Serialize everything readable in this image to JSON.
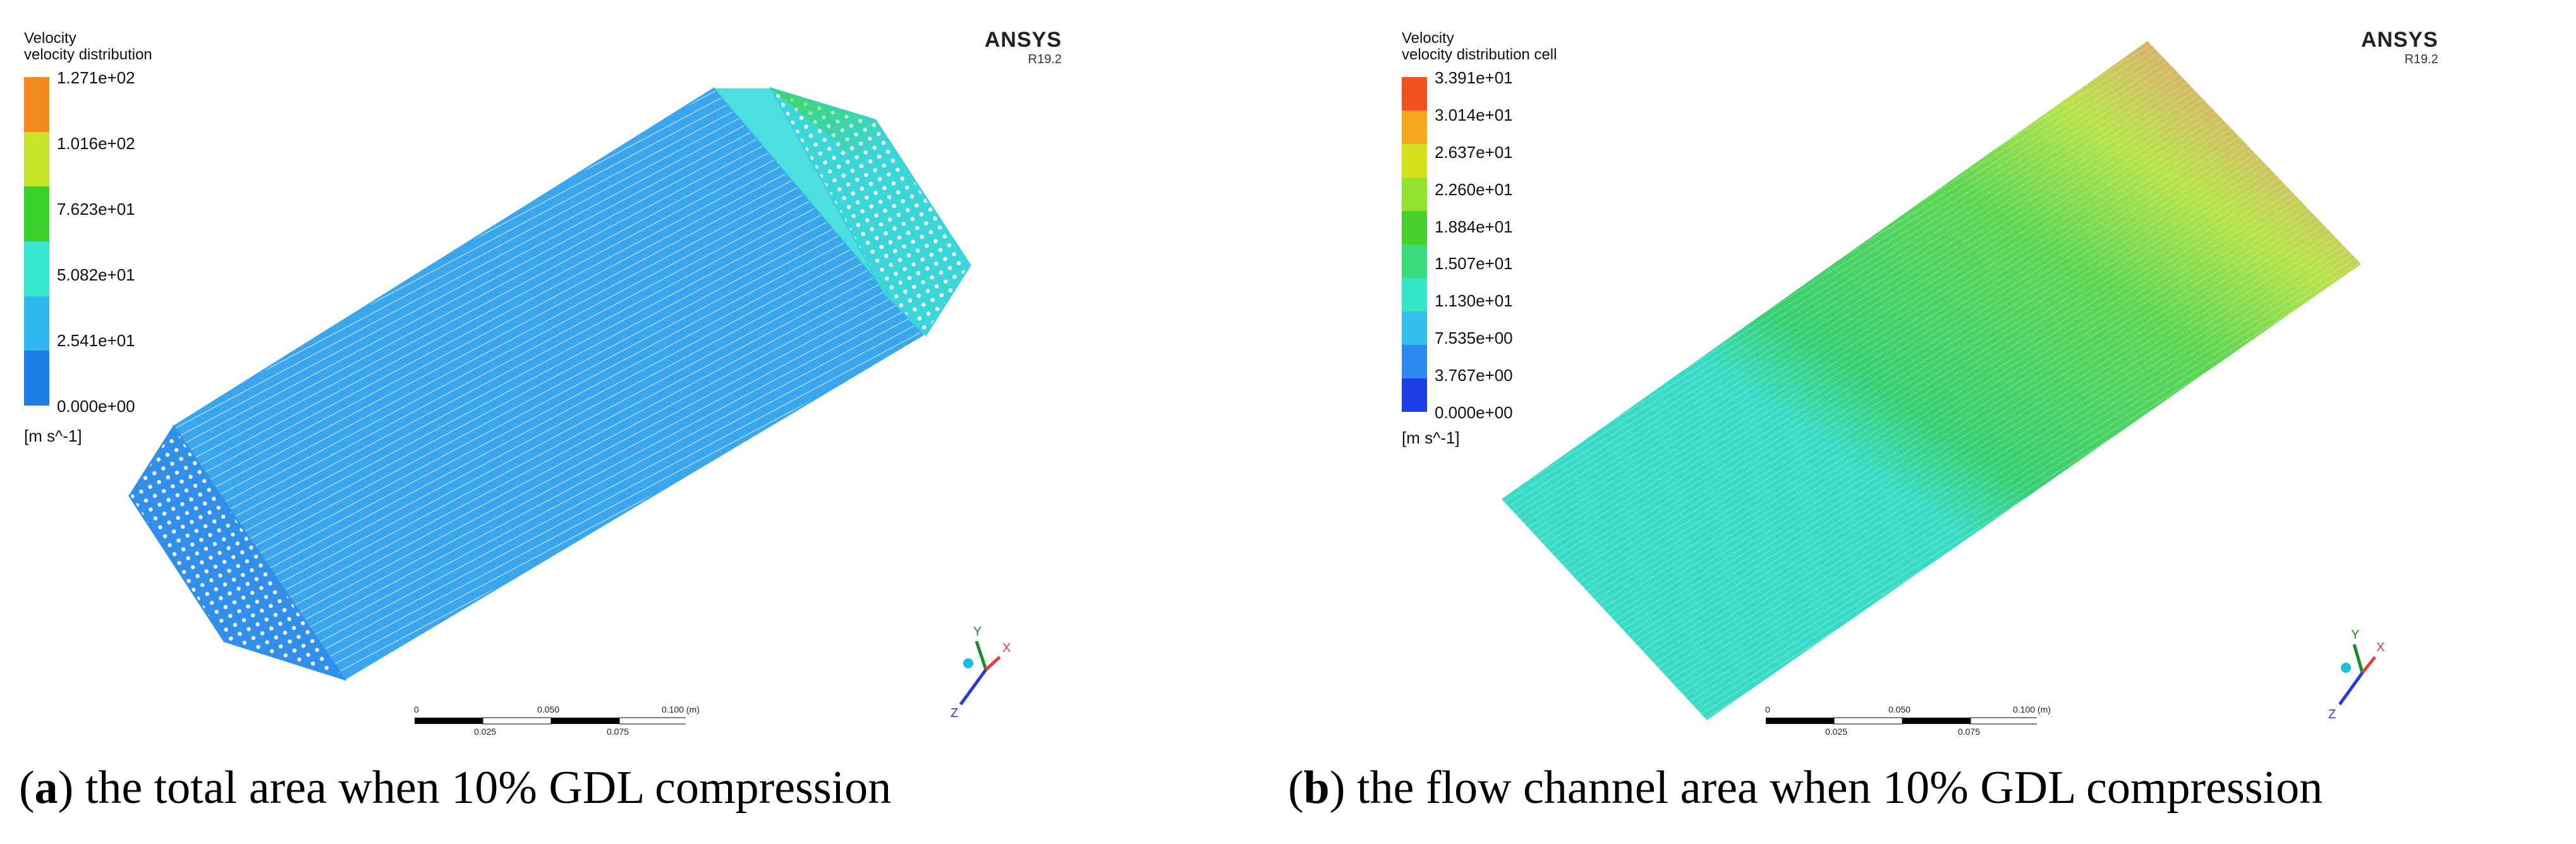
{
  "panel_a": {
    "legend": {
      "title_line1": "Velocity",
      "title_line2": "velocity distribution",
      "labels": [
        "1.271e+02",
        "1.016e+02",
        "7.623e+01",
        "5.082e+01",
        "2.541e+01",
        "0.000e+00"
      ],
      "colors": [
        "#f28a1e",
        "#c8e428",
        "#39d129",
        "#37e6cf",
        "#2fb8ee",
        "#1e7ee8"
      ],
      "unit": "[m s^-1]"
    },
    "brand": {
      "name": "ANSYS",
      "version": "R19.2"
    },
    "scale": {
      "top_labels": [
        "0",
        "0.050",
        "0.100  (m)"
      ],
      "bottom_labels": [
        "0.025",
        "0.075"
      ]
    },
    "axes": {
      "y": "Y",
      "x": "X",
      "z": "Z"
    },
    "caption": {
      "letter": "a",
      "text": " the total area when 10% GDL compression"
    },
    "colors": {
      "main": "#3aa4ee",
      "inlet": "#2f93ea",
      "outlet": "#38e2da",
      "outlet_hot": "#3ed24a"
    }
  },
  "panel_b": {
    "legend": {
      "title_line1": "Velocity",
      "title_line2": "velocity distribution cell",
      "labels": [
        "3.391e+01",
        "3.014e+01",
        "2.637e+01",
        "2.260e+01",
        "1.884e+01",
        "1.507e+01",
        "1.130e+01",
        "7.535e+00",
        "3.767e+00",
        "0.000e+00"
      ],
      "colors": [
        "#f2521e",
        "#f4a81e",
        "#d6e21e",
        "#92e22e",
        "#46d12f",
        "#3adc7e",
        "#35e6c8",
        "#32bfee",
        "#2e8af0",
        "#1e3ee8"
      ],
      "unit": "[m s^-1]"
    },
    "brand": {
      "name": "ANSYS",
      "version": "R19.2"
    },
    "scale": {
      "top_labels": [
        "0",
        "0.050",
        "0.100  (m)"
      ],
      "bottom_labels": [
        "0.025",
        "0.075"
      ]
    },
    "axes": {
      "y": "Y",
      "x": "X",
      "z": "Z"
    },
    "caption": {
      "letter": "b",
      "text": " the flow channel area when 10% GDL compression"
    },
    "colors": {
      "low": "#38dcc6",
      "mid": "#38cf74",
      "high": "#b8e34a",
      "top": "#e89a7a"
    }
  }
}
